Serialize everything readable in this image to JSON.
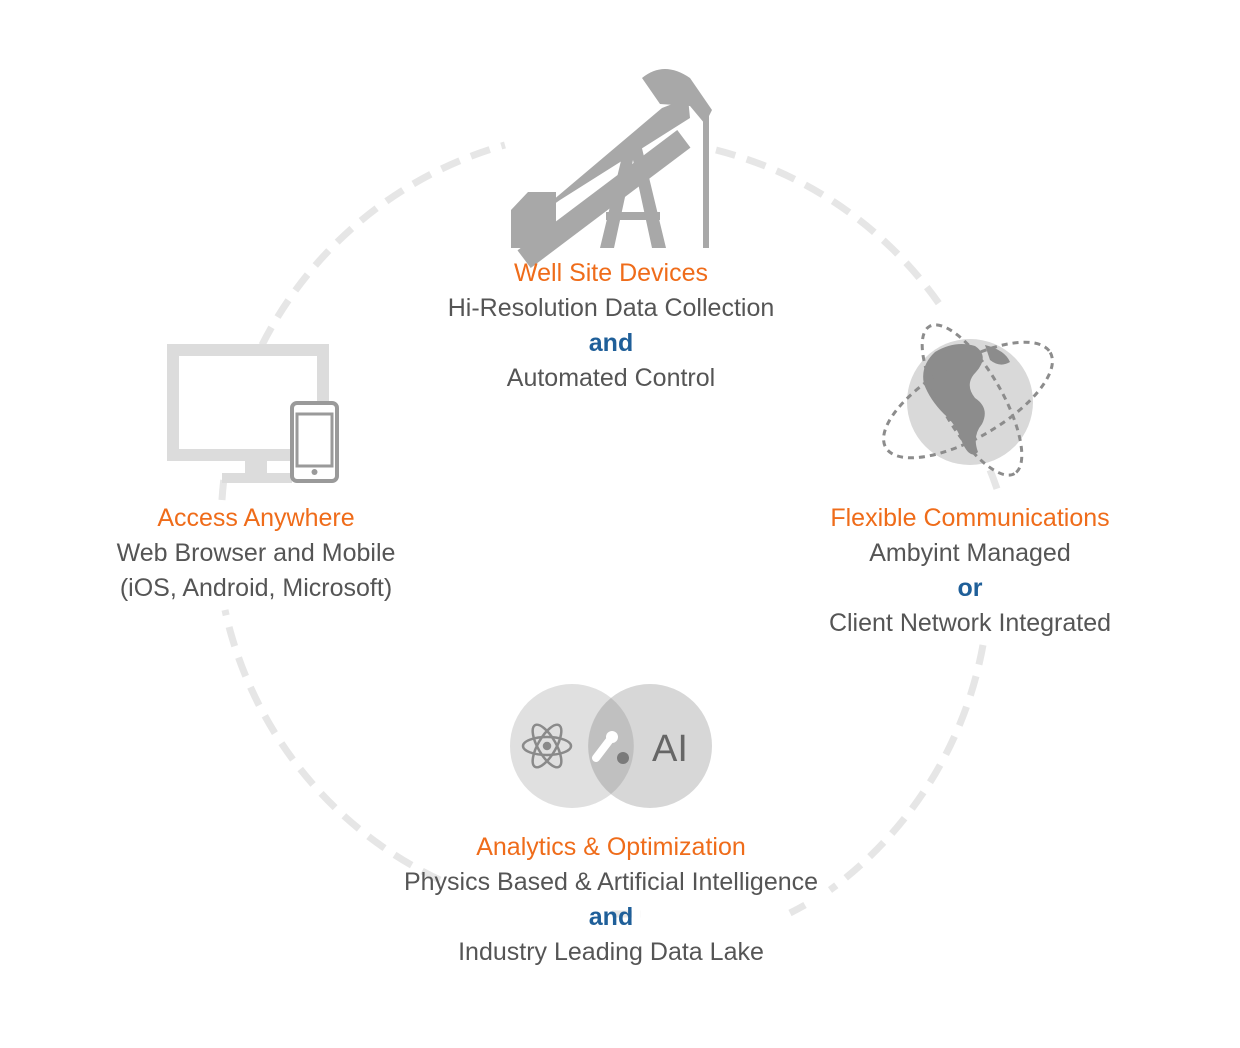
{
  "colors": {
    "title_orange": "#ef6c1a",
    "conjunction_blue": "#1f5f99",
    "body_gray": "#555555",
    "ring_gray": "#e6e6e6",
    "icon_gray": "#a8a8a8"
  },
  "icons": {
    "well": "pumpjack-icon",
    "access": "monitor-phone-icon",
    "flexible": "globe-orbit-icon",
    "analytics": "venn-physics-ai-icon"
  },
  "well_site": {
    "title": "Well Site Devices",
    "line1": "Hi-Resolution Data Collection",
    "conjunction": "and",
    "line2": "Automated Control"
  },
  "access": {
    "title": "Access Anywhere",
    "line1": "Web Browser and Mobile",
    "line2": "(iOS, Android, Microsoft)"
  },
  "flexible": {
    "title": "Flexible Communications",
    "line1": "Ambyint Managed",
    "conjunction": "or",
    "line2": "Client Network Integrated"
  },
  "analytics": {
    "title": "Analytics & Optimization",
    "line1": "Physics Based & Artificial Intelligence",
    "conjunction": "and",
    "line2": "Industry Leading Data Lake",
    "ai_label": "AI"
  }
}
